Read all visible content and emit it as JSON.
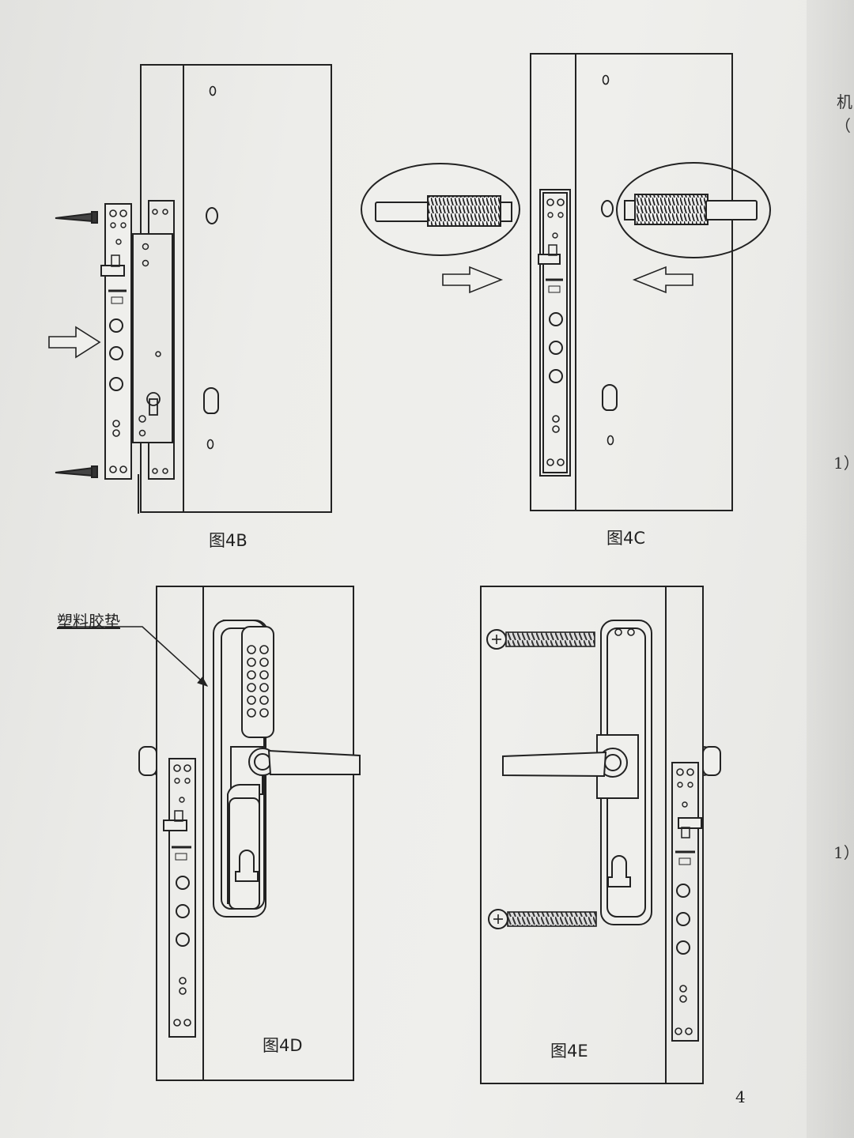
{
  "figures": [
    {
      "id": "4B",
      "caption": "图4B"
    },
    {
      "id": "4C",
      "caption": "图4C"
    },
    {
      "id": "4D",
      "caption": "图4D",
      "callout_label": "塑料胶垫"
    },
    {
      "id": "4E",
      "caption": "图4E"
    }
  ],
  "side_text": {
    "line1": "机",
    "line2": "（",
    "step_a": "1）",
    "step_b": "1）"
  },
  "page_number": "4"
}
